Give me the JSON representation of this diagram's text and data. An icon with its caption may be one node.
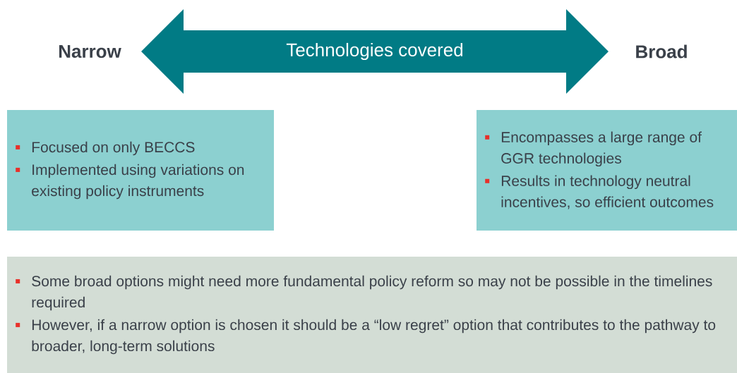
{
  "diagram": {
    "nodes": [
      {
        "text": [
          "Technologies covered"
        ]
      },
      {
        "text": [
          "Focused on only BECCS",
          "Implemented using variations on existing policy instruments"
        ]
      },
      {
        "text": [
          "Encompasses a large range of GGR technologies",
          "Results in technology neutral incentives, so efficient outcomes"
        ]
      },
      {
        "text": [
          "Some broad options might need more fundamental policy reform so may not be possible in the timelines required",
          "However, if a narrow option is chosen it should be a “low regret” option that contributes to the pathway to broader, long-term solutions"
        ]
      }
    ],
    "labels": [
      "Narrow",
      "Broad"
    ]
  }
}
